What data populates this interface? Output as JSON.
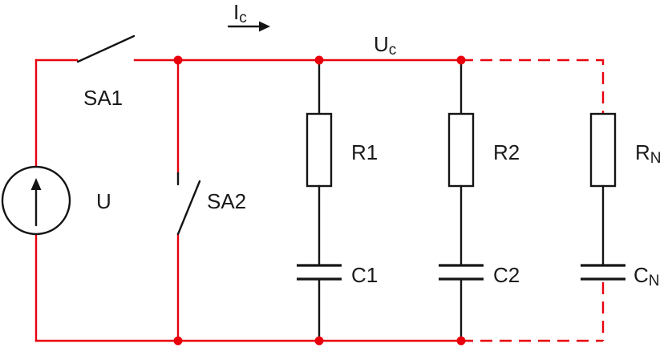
{
  "diagram": {
    "type": "circuit-schematic",
    "description": "Source U connected through switch SA1 to a bus Uc feeding parallel RC branches (R1-C1, R2-C2 ... RN-CN); SA2 is a shorting switch branch; Ic is the bus current; the N-th branch is drawn with dashed wires indicating continuation."
  },
  "colors": {
    "wire": "#e8000d",
    "component": "#141414",
    "label": "#1a1a1a"
  },
  "labels": {
    "ic": {
      "main": "I",
      "sub": "c"
    },
    "uc": {
      "main": "U",
      "sub": "c"
    },
    "sa1": "SA1",
    "sa2": "SA2",
    "source": "U",
    "r1": "R1",
    "r2": "R2",
    "rn": {
      "main": "R",
      "sub": "N"
    },
    "c1": "C1",
    "c2": "C2",
    "cn": {
      "main": "C",
      "sub": "N"
    }
  },
  "components": [
    {
      "ref": "U",
      "kind": "source",
      "symbol": "circle-with-up-arrow"
    },
    {
      "ref": "SA1",
      "kind": "switch-open"
    },
    {
      "ref": "SA2",
      "kind": "switch-open"
    },
    {
      "ref": "R1",
      "kind": "resistor"
    },
    {
      "ref": "C1",
      "kind": "capacitor"
    },
    {
      "ref": "R2",
      "kind": "resistor"
    },
    {
      "ref": "C2",
      "kind": "capacitor"
    },
    {
      "ref": "RN",
      "kind": "resistor"
    },
    {
      "ref": "CN",
      "kind": "capacitor"
    }
  ]
}
